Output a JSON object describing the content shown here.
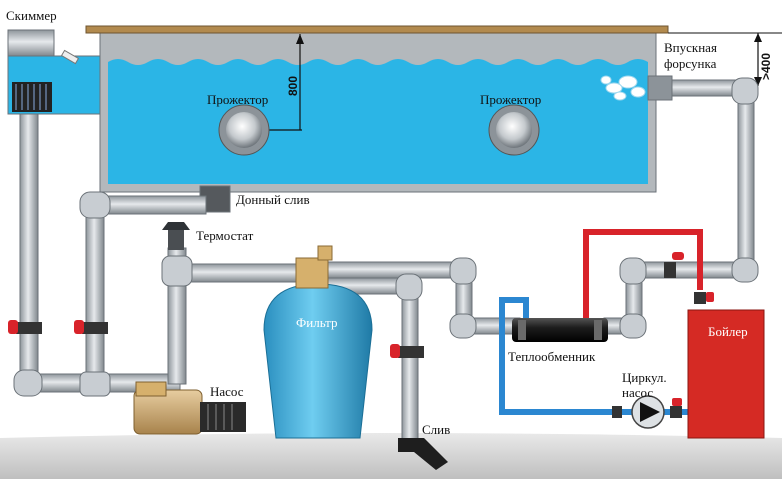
{
  "labels": {
    "skimmer": "Скиммер",
    "inlet_nozzle_1": "Впускная",
    "inlet_nozzle_2": "форсунка",
    "projector_left": "Прожектор",
    "projector_right": "Прожектор",
    "bottom_drain": "Донный слив",
    "thermostat": "Термостат",
    "filter": "Фильтр",
    "heat_exchanger": "Теплообменник",
    "circ_pump_1": "Циркул.",
    "circ_pump_2": "насос",
    "boiler": "Бойлер",
    "pump": "Насос",
    "drain": "Слив"
  },
  "dimensions": {
    "depth": "800",
    "nozzle_height": ">400"
  },
  "colors": {
    "water": "#29b6e8",
    "pipe": "#c8cdd2",
    "pipe_edge": "#6b7278",
    "hot_pipe": "#d8232a",
    "cold_pipe": "#2b87d1",
    "boiler": "#d52a24",
    "filter": "#3aaad8",
    "pump": "#c9a26a",
    "ground": "#dcdcdc"
  }
}
